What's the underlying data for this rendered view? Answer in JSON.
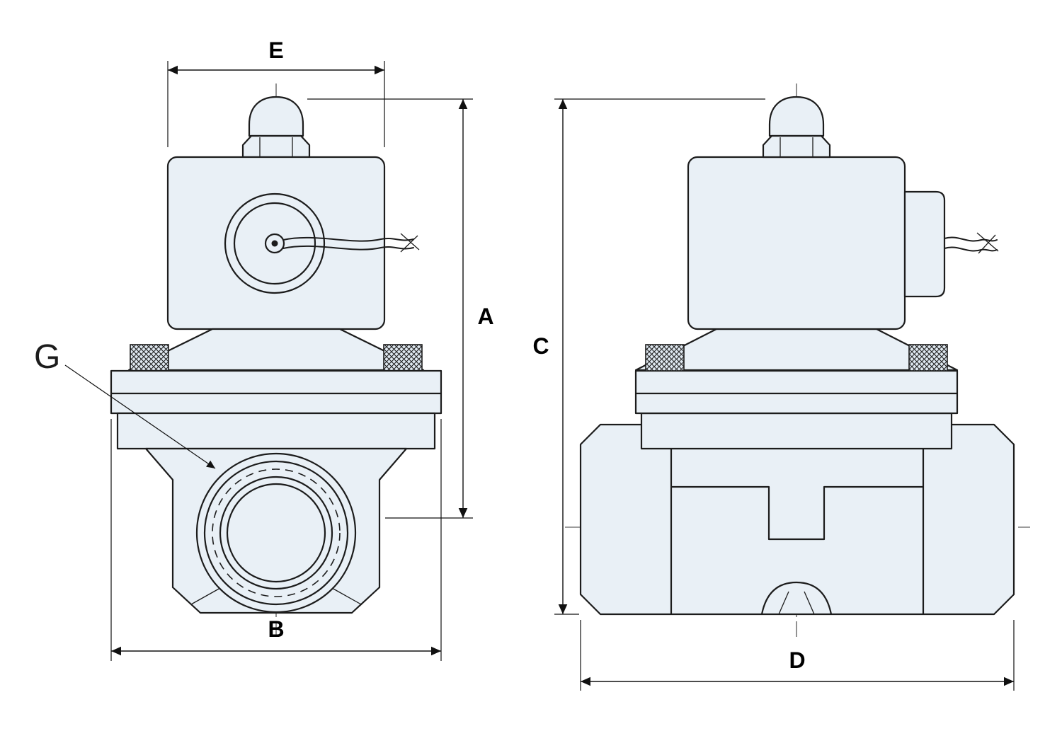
{
  "colors": {
    "part-fill": "#e9f0f6",
    "ink": "#1c1c1c",
    "dim": "#111111",
    "paper": "#ffffff"
  },
  "labels": {
    "A": "A",
    "B": "B",
    "C": "C",
    "D": "D",
    "E": "E",
    "G": "G"
  }
}
